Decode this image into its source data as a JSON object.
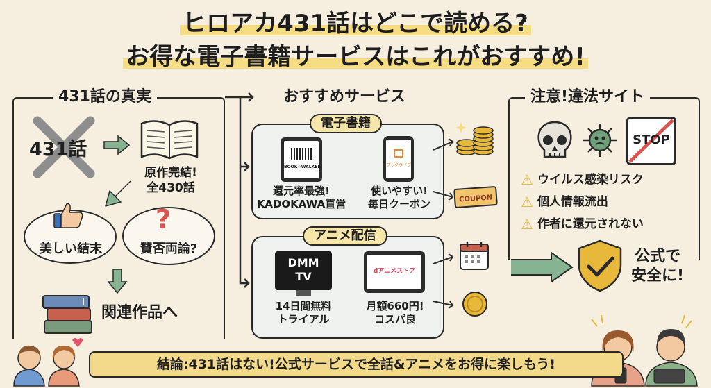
{
  "title": {
    "line1": "ヒロアカ431話はどこで読める?",
    "line2": "お得な電子書籍サービスはこれがおすすめ!"
  },
  "left": {
    "heading": "431話の真実",
    "crossed_label": "431話",
    "book_caption": [
      "原作完結!",
      "全430話"
    ],
    "bubble_good": "美しい結末",
    "bubble_debate": "賛否両論?",
    "related": "関連作品へ"
  },
  "middle": {
    "heading": "おすすめサービス",
    "ebook": {
      "heading": "電子書籍",
      "bookwalker_logo": "BOOK☆WALKER",
      "bookwalker_caption": [
        "還元率最強!",
        "KADOKAWA直営"
      ],
      "booklive_logo": "ブックライブ",
      "booklive_caption": [
        "使いやすい!",
        "毎日クーポン"
      ],
      "coupon_label": "COUPON"
    },
    "anime": {
      "heading": "アニメ配信",
      "dmm_logo": [
        "DMM",
        "TV"
      ],
      "dmm_caption": [
        "14日間無料",
        "トライアル"
      ],
      "danime_logo": "dアニメストア",
      "danime_caption": [
        "月額660円!",
        "コスパ良"
      ]
    }
  },
  "right": {
    "heading": "注意!違法サイト",
    "stop_label": "STOP",
    "warnings": [
      "ウイルス感染リスク",
      "個人情報流出",
      "作者に還元されない"
    ],
    "safe": [
      "公式で",
      "安全に!"
    ]
  },
  "conclusion": "結論:431話はない!公式サービスで全話&アニメをお得に楽しもう!",
  "colors": {
    "background": "#f6efdf",
    "highlight": "#f6dc82",
    "panel_fill": "#eef1ee",
    "shield": "#e8b83a",
    "arrow_green": "#7fa88a",
    "danger_red": "#d9534f"
  }
}
